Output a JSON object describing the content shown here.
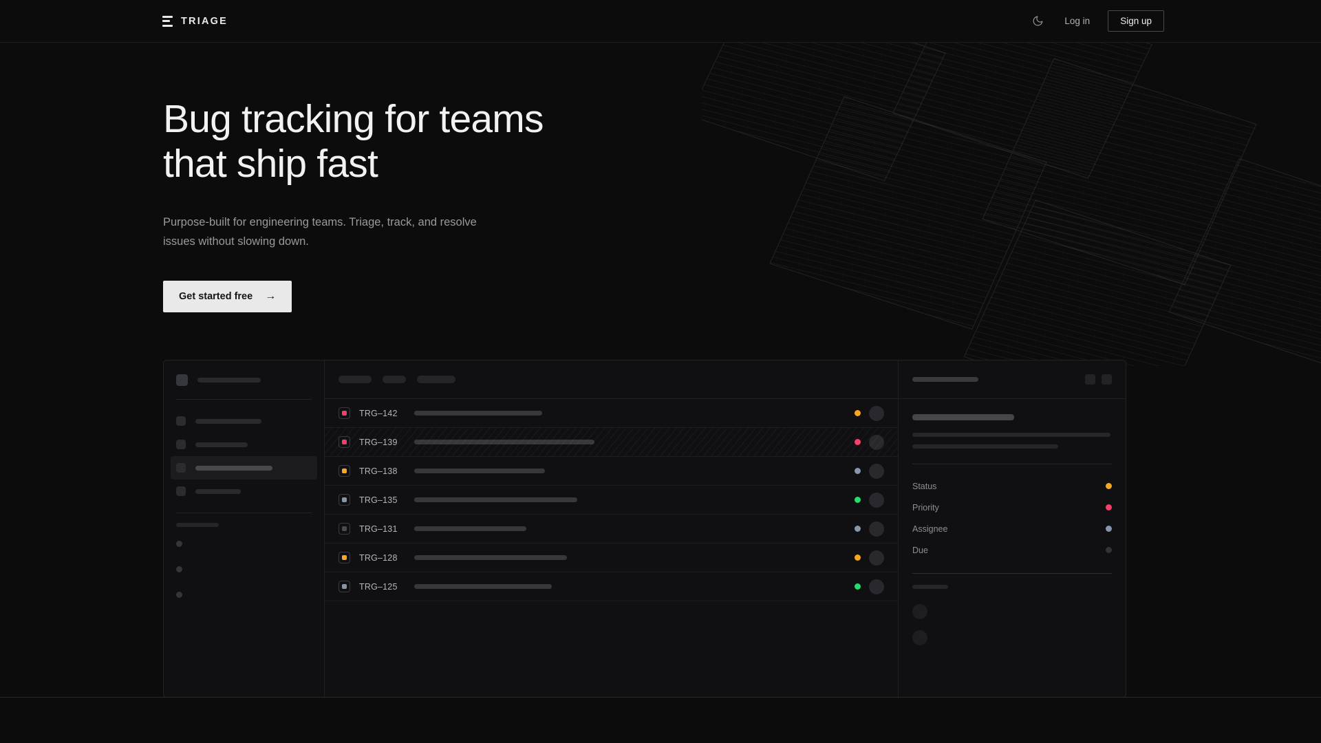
{
  "brand": {
    "name": "TRIAGE",
    "icon": "triage-bars-icon"
  },
  "header": {
    "theme_toggle_icon": "moon-icon",
    "login_label": "Log in",
    "signup_label": "Sign up"
  },
  "hero": {
    "heading_line1": "Bug tracking for teams",
    "heading_line2": "that ship fast",
    "subtitle": "Purpose-built for engineering teams. Triage, track, and resolve issues without slowing down.",
    "cta_label": "Get started free",
    "cta_arrow": "→"
  },
  "colors": {
    "page_bg": "#0c0c0d",
    "accent_orange": "#f5a623",
    "accent_pink": "#f43f68",
    "accent_green": "#24dd6a",
    "accent_slate": "#8796ab",
    "accent_muted": "#3a3a3e",
    "cta_bg": "#e9e9ea",
    "text_primary": "#f2f2f3",
    "text_muted": "#9a9a9e"
  },
  "app_mockup": {
    "sidebar": {
      "workspace_bar_width": 92,
      "nav_items": [
        {
          "label_width": 96,
          "active": false
        },
        {
          "label_width": 76,
          "active": false
        },
        {
          "label_width": 112,
          "active": true
        },
        {
          "label_width": 66,
          "active": false
        }
      ],
      "section_label": "",
      "sub_items": [
        {},
        {},
        {}
      ]
    },
    "list": {
      "toolbar_pills": [
        48,
        34,
        56
      ],
      "rows": [
        {
          "id": "TRG–142",
          "priority_color": "#f43f68",
          "title_width": 186,
          "status_color": "#f5a623",
          "selected": false
        },
        {
          "id": "TRG–139",
          "priority_color": "#f43f68",
          "title_width": 262,
          "status_color": "#f43f68",
          "selected": true
        },
        {
          "id": "TRG–138",
          "priority_color": "#f5a623",
          "title_width": 190,
          "status_color": "#8796ab",
          "selected": false
        },
        {
          "id": "TRG–135",
          "priority_color": "#8796ab",
          "title_width": 237,
          "status_color": "#24dd6a",
          "selected": false
        },
        {
          "id": "TRG–131",
          "priority_color": "#4a4a4e",
          "title_width": 163,
          "status_color": "#8796ab",
          "selected": false
        },
        {
          "id": "TRG–128",
          "priority_color": "#f5a623",
          "title_width": 222,
          "status_color": "#f5a623",
          "selected": false
        },
        {
          "id": "TRG–125",
          "priority_color": "#8796ab",
          "title_width": 200,
          "status_color": "#24dd6a",
          "selected": false
        }
      ]
    },
    "detail": {
      "title_bar_width": 96,
      "action_buttons": 2,
      "body_title_width": 148,
      "body_lines": [
        288,
        212
      ],
      "meta": [
        {
          "label": "Status",
          "color": "#f5a623"
        },
        {
          "label": "Priority",
          "color": "#f43f68"
        },
        {
          "label": "Assignee",
          "color": "#8796ab"
        },
        {
          "label": "Due",
          "color": "#333337"
        }
      ],
      "comments": [
        {},
        {}
      ]
    }
  }
}
